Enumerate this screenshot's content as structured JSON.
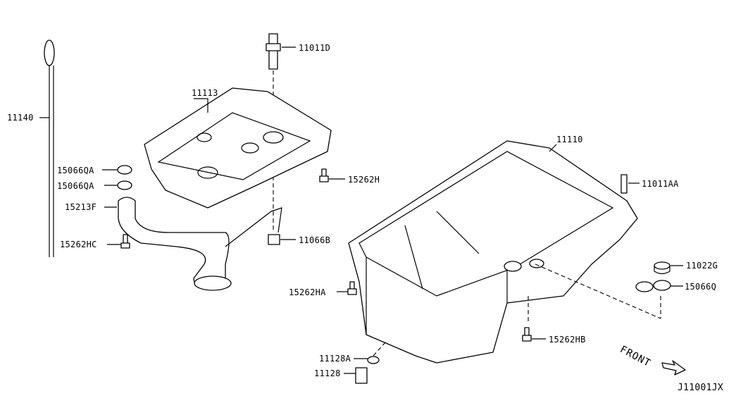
{
  "diagram_code": "J11001JX",
  "front_label": "FRONT",
  "parts": {
    "dipstick": "11140",
    "stud": "11011D",
    "baffle_plate": "11113",
    "o_ring_1": "15066QA",
    "o_ring_2": "15066QA",
    "strainer": "15213F",
    "bolt_hc": "15262HC",
    "bolt_h": "15262H",
    "nut": "11066B",
    "oil_pan": "11110",
    "dowel_pin": "11011AA",
    "cap": "11022G",
    "gasket": "15066Q",
    "bolt_ha": "15262HA",
    "bolt_hb": "15262HB",
    "drain_washer": "11128A",
    "drain_plug": "11128"
  }
}
